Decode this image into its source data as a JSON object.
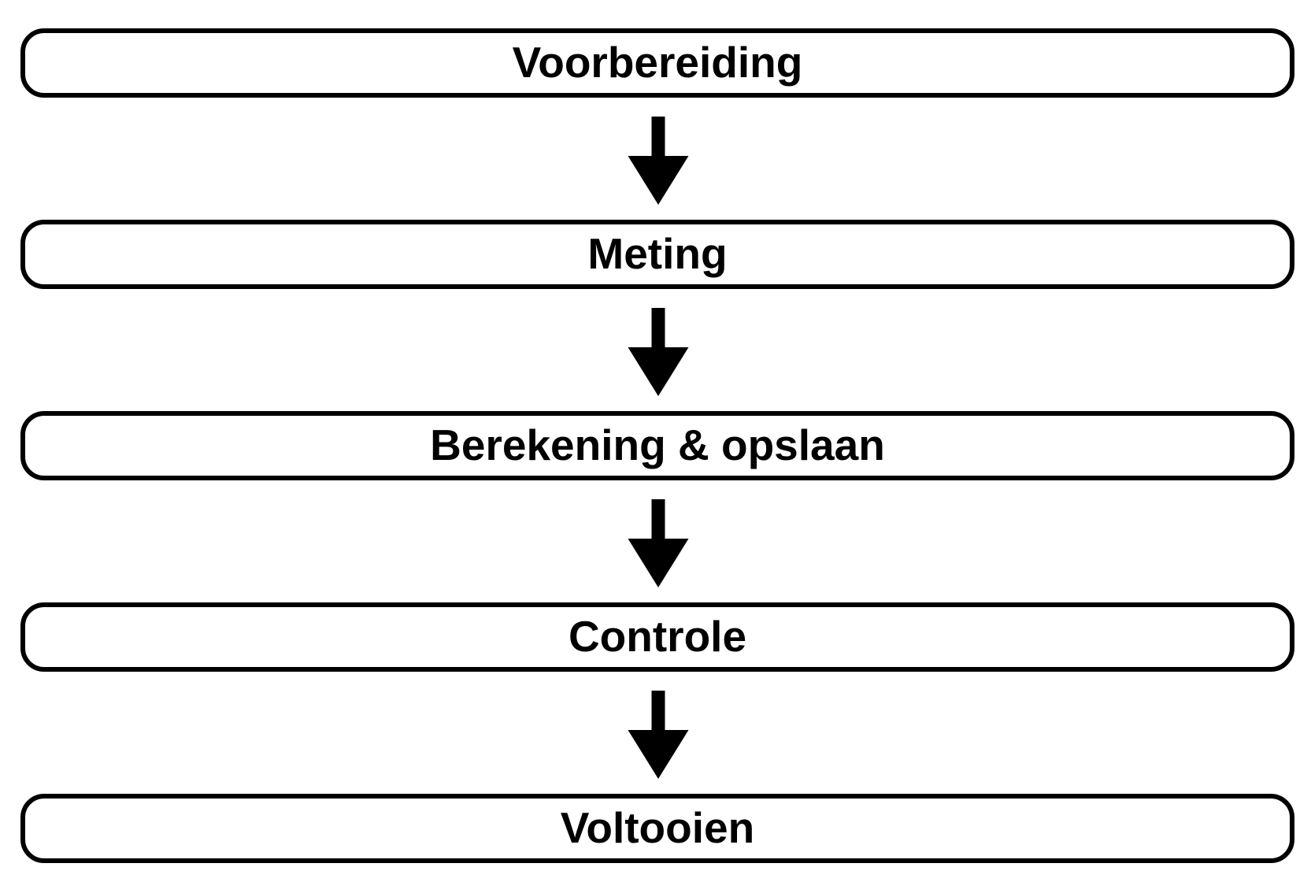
{
  "diagram": {
    "type": "vertical-flowchart",
    "steps": [
      {
        "label": "Voorbereiding"
      },
      {
        "label": "Meting"
      },
      {
        "label": "Berekening & opslaan"
      },
      {
        "label": "Controle"
      },
      {
        "label": "Voltooien"
      }
    ],
    "connectors": [
      {
        "from": 0,
        "to": 1,
        "shape": "down-arrow"
      },
      {
        "from": 1,
        "to": 2,
        "shape": "down-arrow"
      },
      {
        "from": 2,
        "to": 3,
        "shape": "down-arrow"
      },
      {
        "from": 3,
        "to": 4,
        "shape": "down-arrow"
      }
    ],
    "colors": {
      "background": "#ffffff",
      "box_fill": "#ffffff",
      "box_border": "#000000",
      "text": "#000000",
      "arrow": "#000000"
    }
  }
}
